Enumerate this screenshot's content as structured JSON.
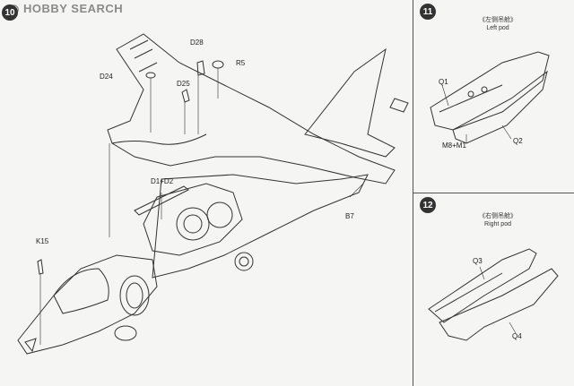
{
  "watermark": "HOBBY SEARCH",
  "steps": {
    "s10": "10",
    "s11": "11",
    "s12": "12"
  },
  "left_pod": {
    "title_cn": "《左侧吊舱》",
    "title_en": "Left pod",
    "parts": [
      "Q1",
      "M8+M1",
      "Q2"
    ]
  },
  "right_pod": {
    "title_cn": "《右侧吊舱》",
    "title_en": "Right pod",
    "parts": [
      "Q3",
      "Q4"
    ]
  },
  "main_parts": {
    "d28": "D28",
    "r5": "R5",
    "d24": "D24",
    "d25": "D25",
    "d1d2": "D1+D2",
    "k15": "K15",
    "b7": "B7"
  },
  "colors": {
    "line": "#333333",
    "paper": "#f5f5f3",
    "badge": "#333333"
  }
}
